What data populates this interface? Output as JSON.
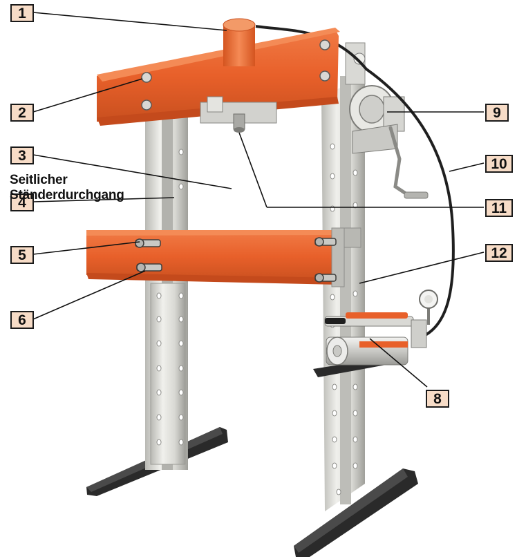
{
  "figure": {
    "caption_lines": [
      "Seitlicher",
      "Ständerdurchgang"
    ]
  },
  "callouts": [
    {
      "id": "c1",
      "label": "1"
    },
    {
      "id": "c2",
      "label": "2"
    },
    {
      "id": "c3",
      "label": "3"
    },
    {
      "id": "c4",
      "label": "4"
    },
    {
      "id": "c5",
      "label": "5"
    },
    {
      "id": "c6",
      "label": "6"
    },
    {
      "id": "c8",
      "label": "8"
    },
    {
      "id": "c9",
      "label": "9"
    },
    {
      "id": "c10",
      "label": "10"
    },
    {
      "id": "c11",
      "label": "11"
    },
    {
      "id": "c12",
      "label": "12"
    }
  ],
  "colors": {
    "beam_orange": "#e8602a",
    "beam_dark": "#c44a1c",
    "frame_gray": "#dcdcd8",
    "frame_shadow": "#a9a9a4",
    "foot_black": "#2a2a2a",
    "callout_fill": "#f7dcc7"
  }
}
